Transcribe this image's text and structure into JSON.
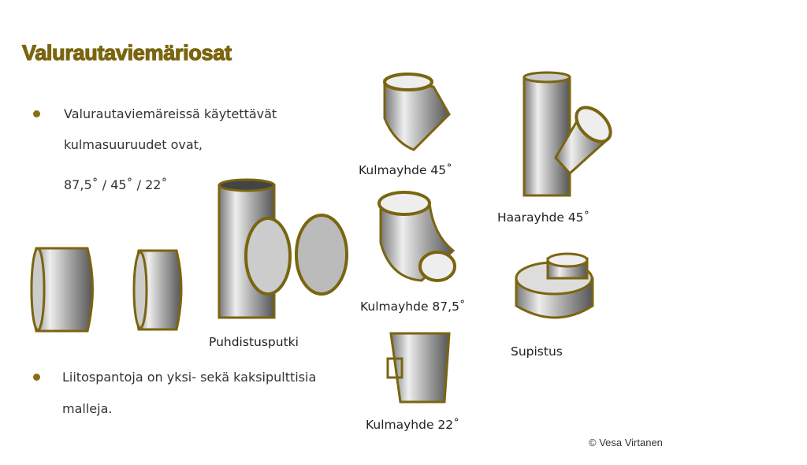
{
  "title": "Valurautaviemäriosat",
  "bullets": [
    {
      "lines": [
        "Valurautaviemäreissä käytettävät",
        "kulmasuuruudet ovat,"
      ],
      "extra": "87,5˚ /  45˚ /  22˚"
    },
    {
      "lines": [
        "Liitospantoja on yksi- sekä kaksipulttisia",
        "malleja."
      ]
    }
  ],
  "captions": {
    "k45": "Kulmayhde 45˚",
    "haara": "Haarayhde 45˚",
    "k875": "Kulmayhde 87,5˚",
    "puhd": "Puhdistusputki",
    "supistus": "Supistus",
    "k22": "Kulmayhde 22˚"
  },
  "copyright": "© Vesa Virtanen",
  "colors": {
    "accent": "#7a6510"
  }
}
